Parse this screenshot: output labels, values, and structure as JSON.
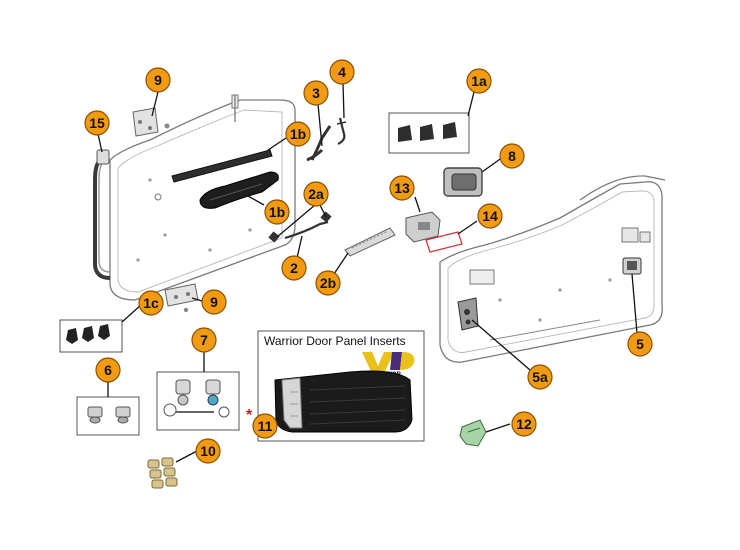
{
  "callouts": {
    "c9_top": "9",
    "c15": "15",
    "c3": "3",
    "c4": "4",
    "c1a": "1a",
    "c1b_top": "1b",
    "c8": "8",
    "c2a": "2a",
    "c13": "13",
    "c1b_mid": "1b",
    "c14": "14",
    "c2": "2",
    "c2b": "2b",
    "c1c": "1c",
    "c9_bottom": "9",
    "c7": "7",
    "c5": "5",
    "c6": "6",
    "c5a": "5a",
    "c11": "11",
    "c12": "12",
    "c10": "10"
  },
  "inserts_box": {
    "title": "Warrior Door Panel Inserts",
    "logo_text": "WARRIOR",
    "asterisk": "*"
  },
  "colors": {
    "callout_fill": "#f29a12",
    "callout_stroke": "#8a5200",
    "asterisk": "#cc1f1f",
    "logo_yellow": "#e8c21a",
    "logo_purple": "#4b2a7a"
  }
}
